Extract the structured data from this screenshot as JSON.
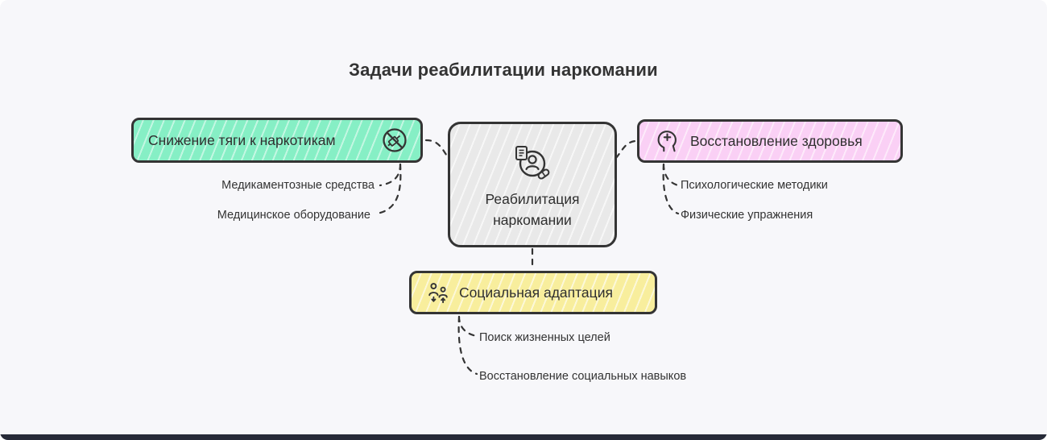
{
  "title": "Задачи реабилитации наркомании",
  "center_node": {
    "label": "Реабилитация наркомании",
    "icon": "rehab-person-pill-icon",
    "fill": "#e9e9e9"
  },
  "branches": [
    {
      "label": "Снижение тяги к наркотикам",
      "icon": "no-drugs-icon",
      "fill": "#86efc5",
      "children": [
        "Медикаментозные средства",
        "Медицинское оборудование"
      ]
    },
    {
      "label": "Восстановление здоровья",
      "icon": "head-plus-icon",
      "fill": "#fad0f5",
      "children": [
        "Психологические методики",
        "Физические упражнения"
      ]
    },
    {
      "label": "Социальная адаптация",
      "icon": "people-icon",
      "fill": "#f8ee9d",
      "children": [
        "Поиск жизненных целей",
        "Восстановление социальных навыков"
      ]
    }
  ],
  "colors": {
    "background": "#f7f7fa",
    "stroke": "#343434",
    "text": "#333333",
    "footer_bar": "#272a38"
  }
}
